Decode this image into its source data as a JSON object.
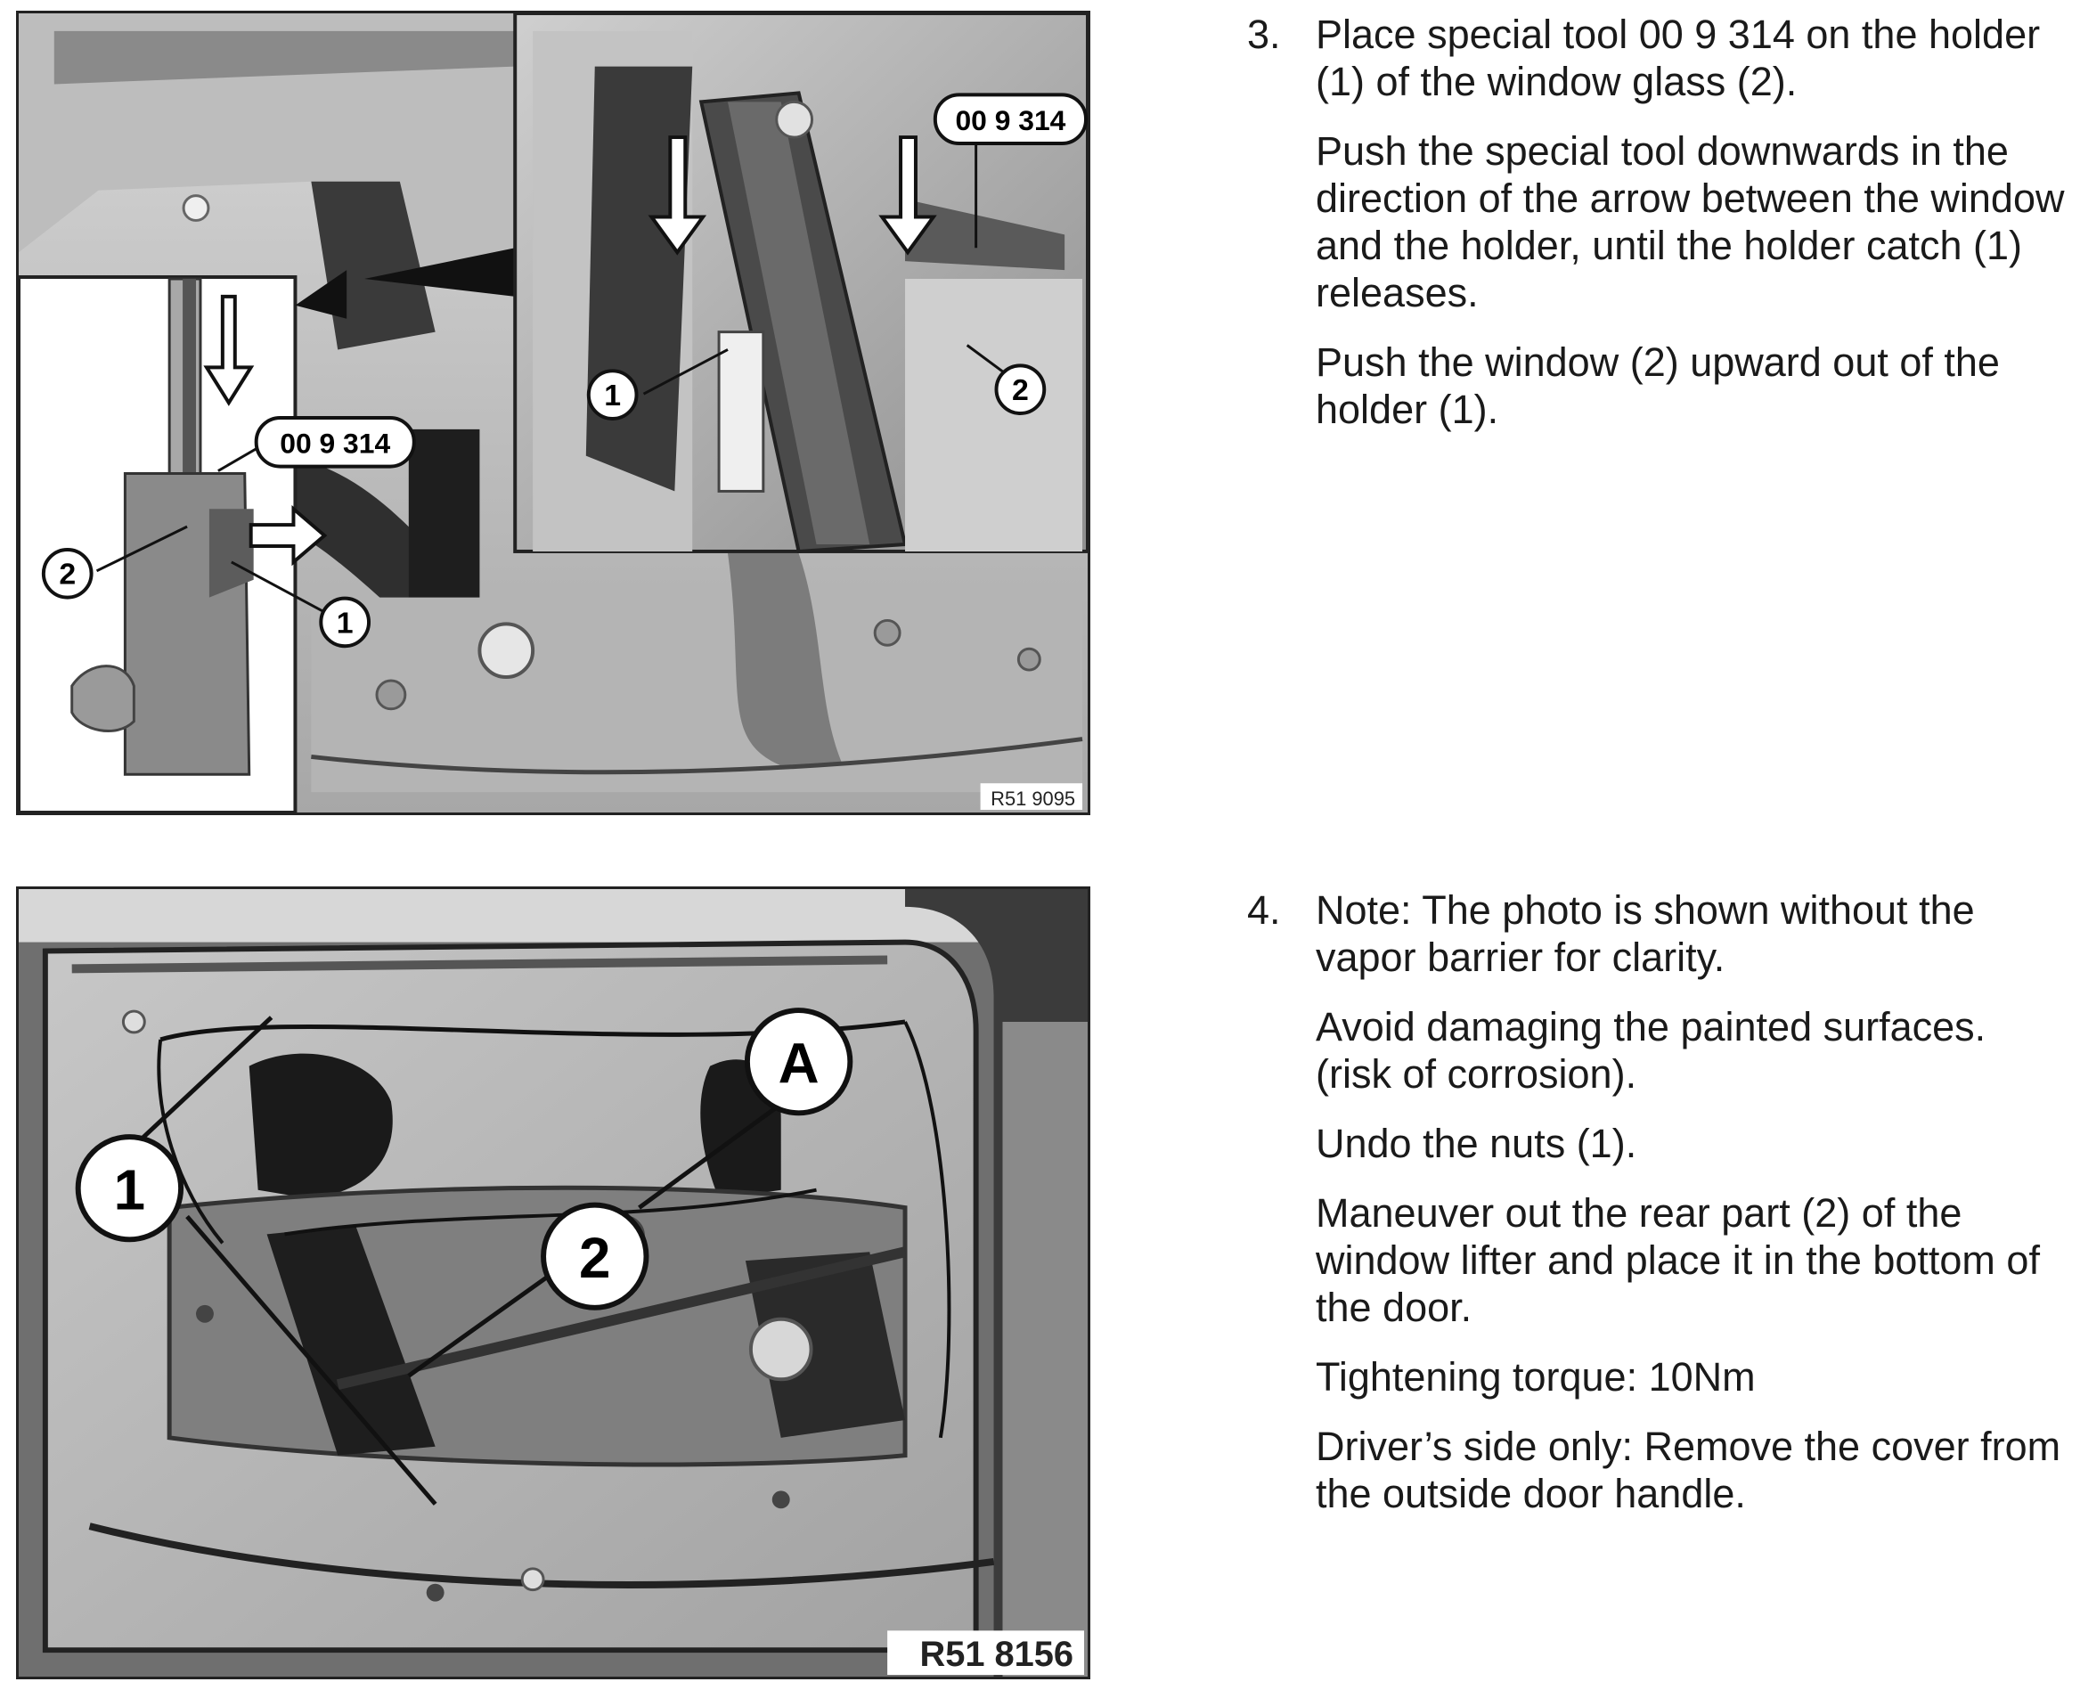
{
  "steps": [
    {
      "number": "3.",
      "paragraphs": [
        "Place special tool 00 9 314 on the holder (1) of the window glass (2).",
        "Push the special tool downwards in the direction of the arrow between the window and the holder, until the holder catch (1) releases.",
        "Push the window (2) upward out of the holder (1)."
      ]
    },
    {
      "number": "4.",
      "paragraphs": [
        "Note: The photo is shown without the vapor barrier for clarity.",
        "Avoid damaging the painted surfaces. (risk of corrosion).",
        "Undo the nuts (1).",
        "Maneuver out the rear part (2) of the window lifter and place it in the bottom of the door.",
        "Tightening torque: 10Nm",
        "Driver’s side only: Remove the cover from the outside door handle."
      ]
    }
  ],
  "figures": [
    {
      "reference": "R51 9095",
      "tool_label": "00 9 314",
      "callouts": [
        "1",
        "2"
      ]
    },
    {
      "reference": "R51 8156",
      "callouts": [
        "1",
        "2",
        "A"
      ]
    }
  ],
  "colors": {
    "panel_light": "#c9c9c9",
    "panel_mid": "#9a9a9a",
    "panel_dark": "#2b2b2b",
    "text": "#1a1a1a"
  }
}
